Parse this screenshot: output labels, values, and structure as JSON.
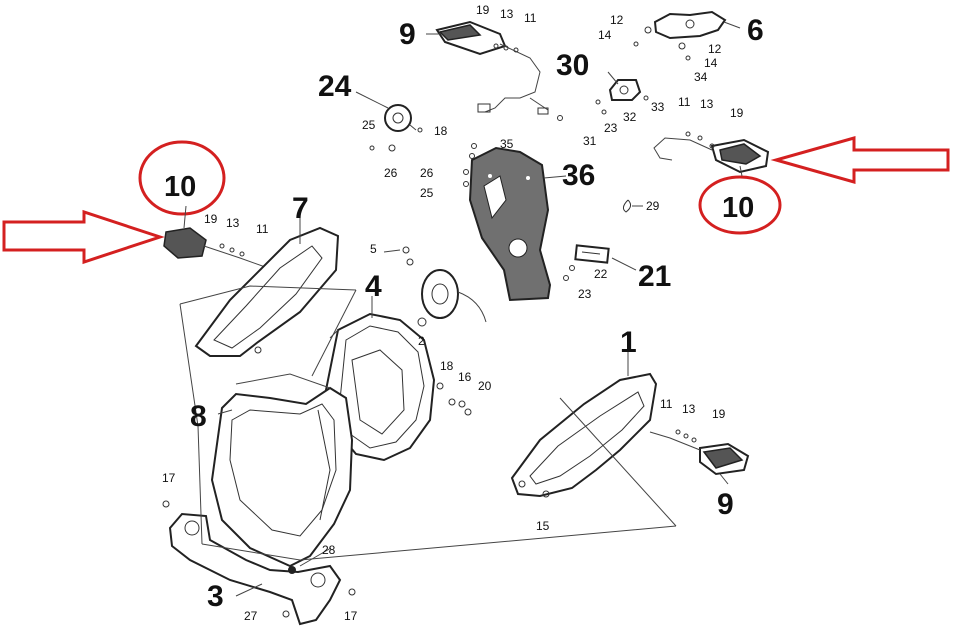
{
  "labels": {
    "n1": "1",
    "n2": "2",
    "n3": "3",
    "n4": "4",
    "n5": "5",
    "n6": "6",
    "n7": "7",
    "n8": "8",
    "n9a": "9",
    "n9b": "9",
    "n10a": "10",
    "n10b": "10",
    "n11a": "11",
    "n11b": "11",
    "n11c": "11",
    "n11d": "11",
    "n12a": "12",
    "n12b": "12",
    "n13a": "13",
    "n13b": "13",
    "n13c": "13",
    "n13d": "13",
    "n14a": "14",
    "n14b": "14",
    "n15": "15",
    "n16": "16",
    "n17a": "17",
    "n17b": "17",
    "n18a": "18",
    "n18b": "18",
    "n19a": "19",
    "n19b": "19",
    "n19c": "19",
    "n19d": "19",
    "n20": "20",
    "n21": "21",
    "n22": "22",
    "n23a": "23",
    "n23b": "23",
    "n24": "24",
    "n25a": "25",
    "n25b": "25",
    "n26a": "26",
    "n26b": "26",
    "n27": "27",
    "n28": "28",
    "n29": "29",
    "n30": "30",
    "n31": "31",
    "n32": "32",
    "n33": "33",
    "n34": "34",
    "n35": "35",
    "n36": "36"
  },
  "colors": {
    "highlight": "#d42020",
    "line": "#222222"
  }
}
